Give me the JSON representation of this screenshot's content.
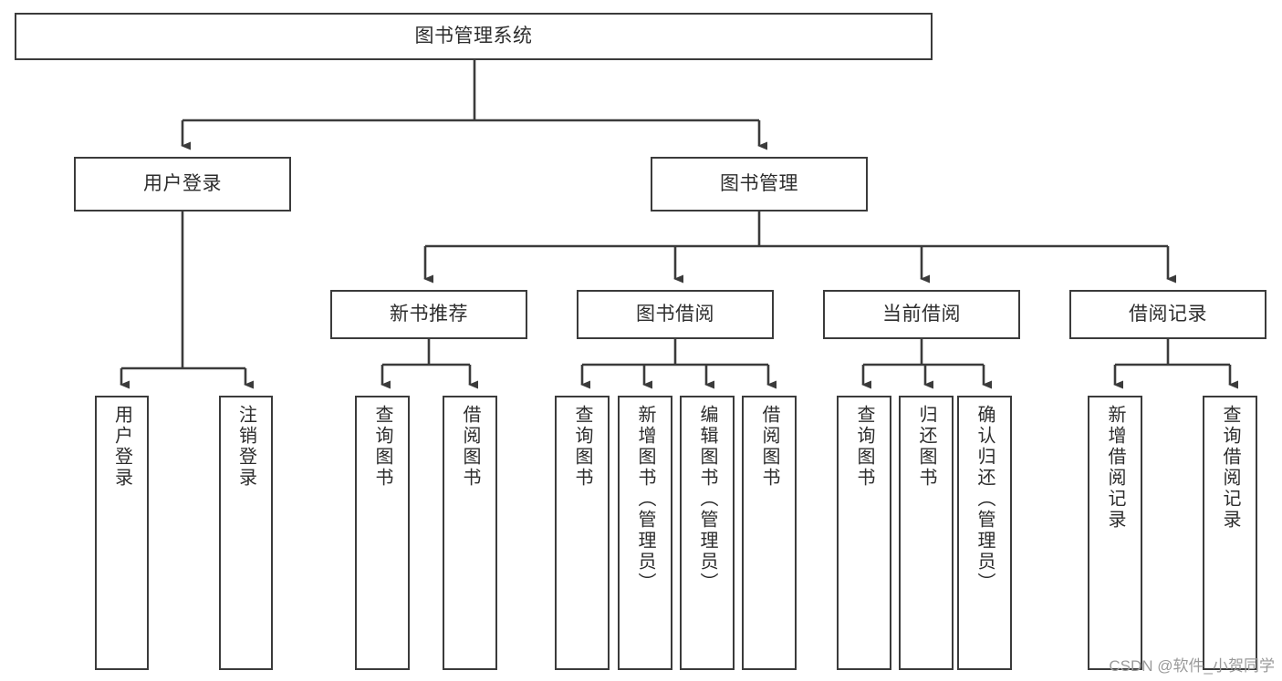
{
  "diagram": {
    "type": "tree",
    "title": "图书管理系统",
    "background": "#ffffff",
    "line_color": "#3b3b3b",
    "box_border_color": "#3b3b3b",
    "text_color": "#2d2d2d",
    "root": {
      "id": "root",
      "label": "图书管理系统",
      "orientation": "horizontal"
    },
    "level2": [
      {
        "id": "user-login",
        "label": "用户登录",
        "orientation": "horizontal"
      },
      {
        "id": "book-manage",
        "label": "图书管理",
        "orientation": "horizontal"
      }
    ],
    "level3": [
      {
        "id": "new-book-recommend",
        "label": "新书推荐",
        "parent": "book-manage",
        "orientation": "horizontal"
      },
      {
        "id": "book-borrow",
        "label": "图书借阅",
        "parent": "book-manage",
        "orientation": "horizontal"
      },
      {
        "id": "current-borrow",
        "label": "当前借阅",
        "parent": "book-manage",
        "orientation": "horizontal"
      },
      {
        "id": "borrow-record",
        "label": "借阅记录",
        "parent": "book-manage",
        "orientation": "horizontal"
      }
    ],
    "leaves": [
      {
        "id": "leaf-user-login",
        "label": "用户登录",
        "parent": "user-login",
        "orientation": "vertical"
      },
      {
        "id": "leaf-logout",
        "label": "注销登录",
        "parent": "user-login",
        "orientation": "vertical"
      },
      {
        "id": "leaf-query-book-1",
        "label": "查询图书",
        "parent": "new-book-recommend",
        "orientation": "vertical"
      },
      {
        "id": "leaf-borrow-book-1",
        "label": "借阅图书",
        "parent": "new-book-recommend",
        "orientation": "vertical"
      },
      {
        "id": "leaf-query-book-2",
        "label": "查询图书",
        "parent": "book-borrow",
        "orientation": "vertical"
      },
      {
        "id": "leaf-add-book",
        "label": "新增图书（管理员）",
        "parent": "book-borrow",
        "orientation": "vertical"
      },
      {
        "id": "leaf-edit-book",
        "label": "编辑图书（管理员）",
        "parent": "book-borrow",
        "orientation": "vertical"
      },
      {
        "id": "leaf-borrow-book-2",
        "label": "借阅图书",
        "parent": "book-borrow",
        "orientation": "vertical"
      },
      {
        "id": "leaf-query-book-3",
        "label": "查询图书",
        "parent": "current-borrow",
        "orientation": "vertical"
      },
      {
        "id": "leaf-return-book",
        "label": "归还图书",
        "parent": "current-borrow",
        "orientation": "vertical"
      },
      {
        "id": "leaf-confirm-return",
        "label": "确认归还（管理员）",
        "parent": "current-borrow",
        "orientation": "vertical"
      },
      {
        "id": "leaf-add-record",
        "label": "新增借阅记录",
        "parent": "borrow-record",
        "orientation": "vertical"
      },
      {
        "id": "leaf-query-record",
        "label": "查询借阅记录",
        "parent": "borrow-record",
        "orientation": "vertical"
      }
    ]
  },
  "watermark": {
    "text": "CSDN @软件_小贺同学"
  }
}
